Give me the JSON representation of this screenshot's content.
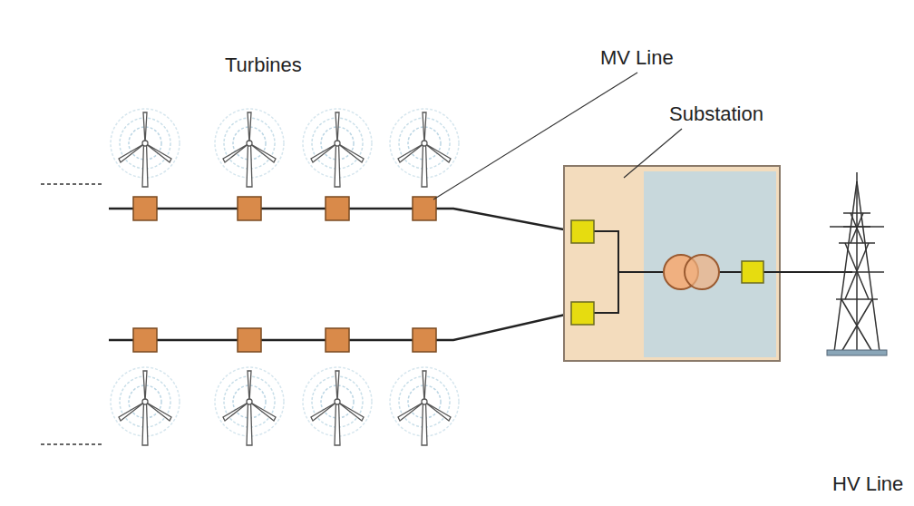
{
  "diagram": {
    "labels": [
      "Turbines",
      "MV Line",
      "Substation",
      "HV Line"
    ]
  }
}
